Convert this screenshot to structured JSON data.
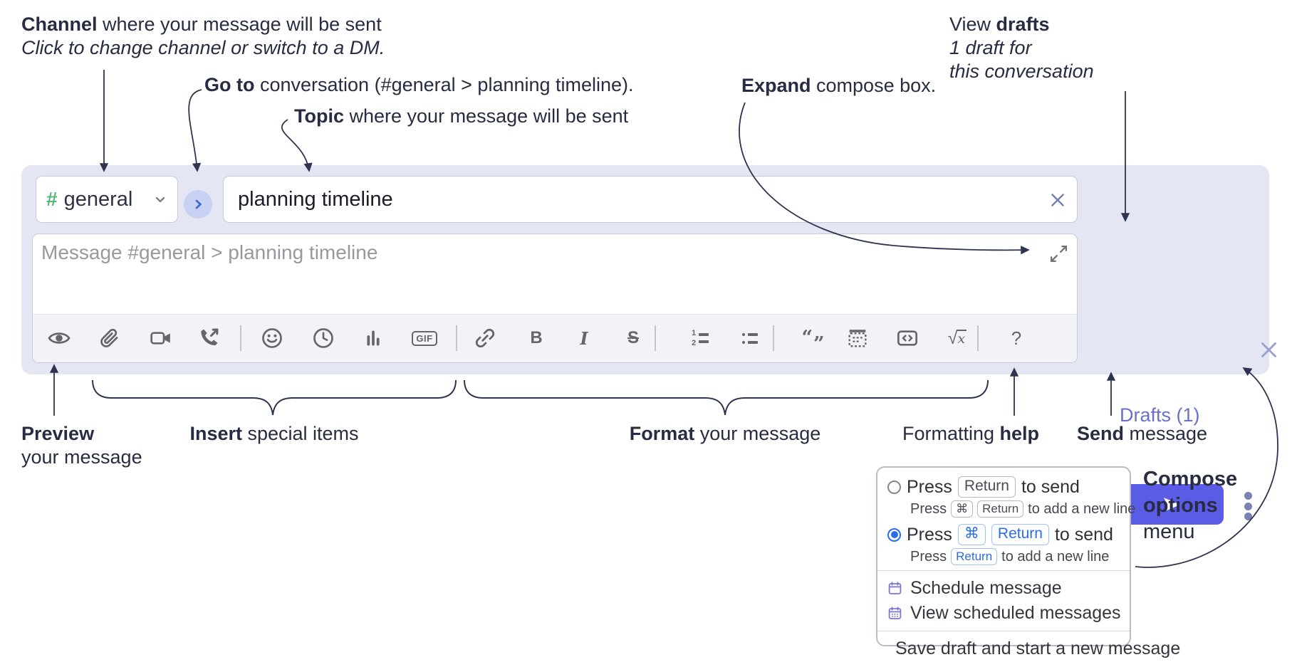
{
  "annotations": {
    "channel": {
      "bold": "Channel",
      "rest": " where your message will be sent",
      "sub": "Click to change channel or switch to a DM."
    },
    "goto": {
      "bold": "Go to",
      "rest": " conversation (#general > planning timeline)."
    },
    "topic": {
      "bold": "Topic",
      "rest": " where your message will be sent"
    },
    "expand": {
      "bold": "Expand",
      "rest": " compose box."
    },
    "drafts": {
      "pre": "View ",
      "bold": "drafts",
      "line2": "1 draft for",
      "line3": "this conversation"
    },
    "preview": {
      "bold": "Preview",
      "line2": "your message"
    },
    "insert": {
      "bold": "Insert",
      "rest": " special items"
    },
    "format": {
      "bold": "Format",
      "rest": " your message"
    },
    "help": {
      "pre": "Formatting ",
      "bold": "help"
    },
    "send": {
      "bold": "Send",
      "rest": " message"
    },
    "compose_options": {
      "bold1": "Compose",
      "bold2": "options",
      "rest": "menu"
    }
  },
  "compose": {
    "channel_selector": {
      "hash": "#",
      "channel": "general"
    },
    "topic_input": {
      "value": "planning timeline"
    },
    "message_input": {
      "placeholder": "Message #general > planning timeline"
    },
    "drafts_link": "Drafts (1)",
    "toolbar": {
      "bold_label": "B",
      "italic_label": "I",
      "strike_label": "S",
      "gif_label": "GIF",
      "help_label": "?",
      "ol_num1": "1",
      "ol_num2": "2",
      "quote_open": "“",
      "quote_close": "”",
      "math_radical": "√",
      "math_x": "x"
    }
  },
  "send_options": {
    "option1": {
      "label_pre": "Press",
      "key1": "Return",
      "label_post": "to send",
      "sub_pre": "Press",
      "sub_key1": "⌘",
      "sub_key2": "Return",
      "sub_post": "to add a new line"
    },
    "option2": {
      "label_pre": "Press",
      "key1": "⌘",
      "key2": "Return",
      "label_post": "to send",
      "sub_pre": "Press",
      "sub_key1": "Return",
      "sub_post": "to add a new line"
    },
    "items": [
      "Schedule message",
      "View scheduled messages",
      "Save draft and start a new message"
    ]
  },
  "colors": {
    "compose_background": "#e4e6f3",
    "send_button": "#5b5ce5",
    "drafts_link": "#6a71c7",
    "selected_blue": "#2b6ce8",
    "menu_icon_purple": "#7a75d6",
    "channel_hash_green": "#54b87e",
    "annotation_ink": "#272c42",
    "toolbar_icon_gray": "#64666c"
  }
}
